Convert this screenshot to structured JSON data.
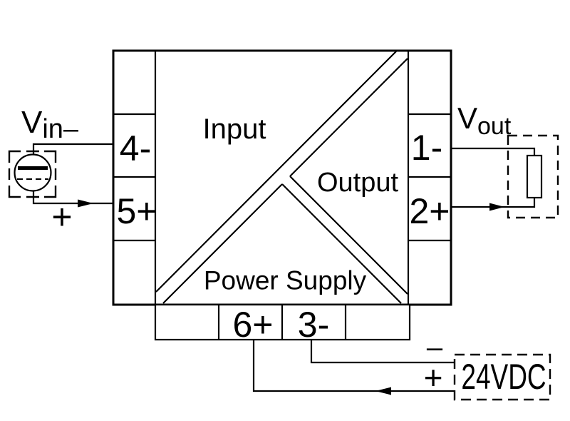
{
  "device": {
    "sections": {
      "input_label": "Input",
      "output_label": "Output",
      "power_label": "Power Supply"
    },
    "terminals": {
      "t4": "4-",
      "t5": "5+",
      "t1": "1-",
      "t2": "2+",
      "t6": "6+",
      "t3": "3-"
    }
  },
  "input_source": {
    "symbol": "dc-voltage-source-icon",
    "label_main": "V",
    "label_sub": "in–",
    "polarity_plus": "+"
  },
  "output_load": {
    "symbol": "load-resistor-icon",
    "label_main": "V",
    "label_sub": "out"
  },
  "power_supply": {
    "label": "24VDC",
    "minus": "–",
    "plus": "+"
  },
  "colors": {
    "background": "#ffffff",
    "line": "#000000"
  }
}
